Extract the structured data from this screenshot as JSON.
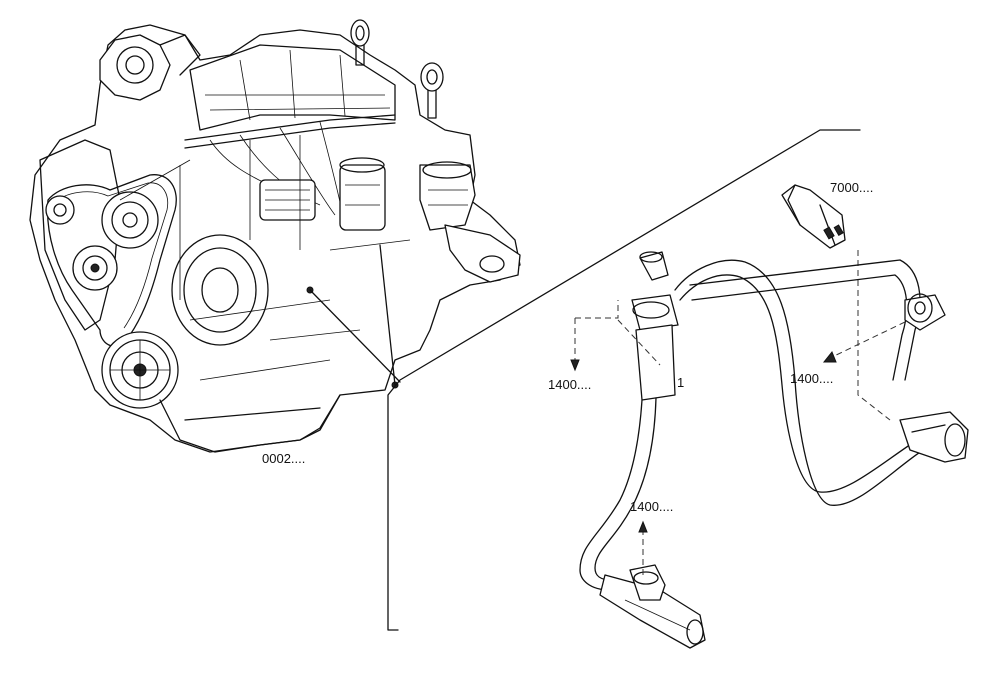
{
  "callouts": {
    "engine_assembly": "0002....",
    "pressure_sensor": "7000....",
    "pipe_top_left": "1400....",
    "pipe_top_right": "1400....",
    "pipe_bottom": "1400....",
    "item_number": "1"
  },
  "colors": {
    "line": "#111111",
    "background": "#ffffff"
  }
}
